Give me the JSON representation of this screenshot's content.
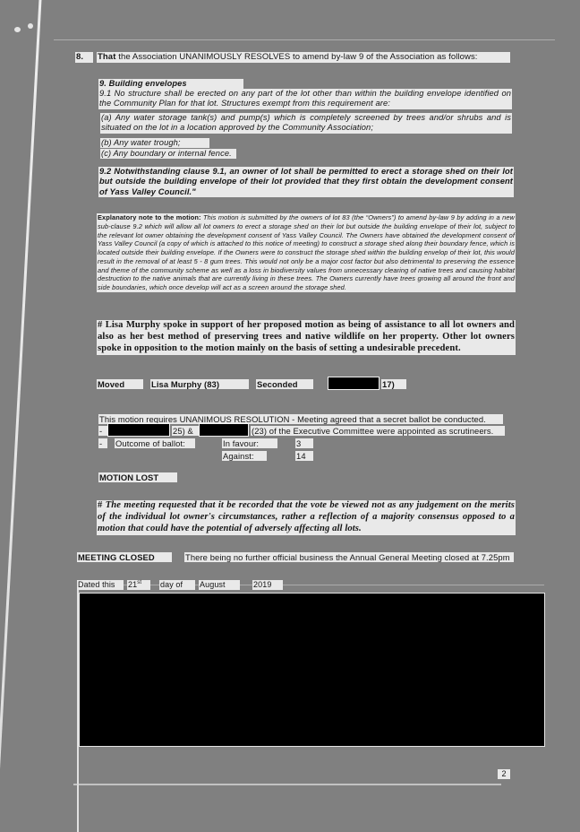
{
  "document": {
    "kind": "scanned-meeting-minutes",
    "page_number": "2",
    "background_color": "#808080",
    "text_halo_color": "#e9e9e9",
    "redaction_color": "#000000"
  },
  "motion": {
    "item_number": "8.",
    "lead_bold": "That",
    "lead_rest": "the Association UNANIMOUSLY RESOLVES to amend by-law 9 of the Association as follows:",
    "bylaw_heading": "9. Building envelopes",
    "clause_9_1": "9.1 No structure shall be erected on any part of the lot other than within the building envelope identified on the Community Plan for that lot. Structures exempt from this requirement are:",
    "exemptions": [
      "(a) Any water storage tank(s) and pump(s) which is completely screened by trees and/or shrubs and is situated on the lot in a location approved by the Community Association;",
      "(b) Any water trough;",
      "(c) Any boundary or internal fence."
    ],
    "clause_9_2": "9.2 Notwithstanding clause 9.1, an owner of lot shall be permitted to erect a storage shed on their lot but outside the building envelope of their lot provided that they first obtain the development consent of Yass Valley Council.\""
  },
  "explanatory_note": {
    "label": "Explanatory note to the motion:",
    "body": "This motion is submitted by the owners of lot 83 (the “Owners”) to amend by-law 9 by adding in a new sub-clause 9.2 which will allow all lot owners to erect a storage shed on their lot but outside the building envelope of their lot, subject to the relevant lot owner obtaining the development consent of Yass Valley Council. The Owners have obtained the development consent of Yass Valley Council (a copy of which is attached to this notice of meeting) to construct a storage shed along their boundary fence, which is located outside their building envelope. If the Owners were to construct the storage shed within the building envelop of their lot, this would result in the removal of at least 5 - 8 gum trees. This would not only be a major cost factor but also detrimental to preserving the essence and theme of the community scheme as well as a loss in biodiversity values from unnecessary clearing of native trees and causing habitat destruction to the native animals that are currently living in these trees. The Owners currently have trees growing all around the front and side boundaries, which once develop will act as a screen around the storage shed."
  },
  "discussion": {
    "bullet": "#",
    "text": "Lisa Murphy spoke in support of her proposed motion as being of assistance to all lot owners and also as her best method of preserving trees and native wildlife on her property. Other lot owners spoke in opposition to the motion mainly on the basis of setting a undesirable precedent."
  },
  "moved_row": {
    "moved_label": "Moved",
    "moved_value": "Lisa Murphy (83)",
    "seconded_label": "Seconded",
    "seconded_value_redacted": "",
    "seconded_lot": "17)"
  },
  "ballot": {
    "requirement_line": "This motion requires UNANIMOUS RESOLUTION - Meeting agreed that a secret ballot be conducted.",
    "scrutineers_bullet": "-",
    "scrutineer_1_redacted": "",
    "scrutineer_1_lot": "25) &",
    "scrutineer_2_redacted": "",
    "scrutineer_2_lot": "(23) of the Executive Committee were appointed as scrutineers.",
    "outcome_bullet": "-",
    "outcome_label": "Outcome of ballot:",
    "in_favour_label": "In favour:",
    "in_favour_value": "3",
    "against_label": "Against:",
    "against_value": "14"
  },
  "result": {
    "status": "MOTION LOST"
  },
  "recorded_note": {
    "bullet": "#",
    "text": "The meeting requested that it be recorded that the vote be viewed not as any judgement on the merits of the individual lot owner's circumstances, rather a reflection of a majority consensus opposed to a motion that could have the potential of adversely affecting all lots."
  },
  "closing": {
    "label": "MEETING CLOSED",
    "text": "There being no further official business the Annual General Meeting closed at 7.25pm"
  },
  "dated": {
    "prefix": "Dated this",
    "day": "21",
    "day_suffix": "st",
    "middle": "day of",
    "month": "August",
    "year": "2019"
  },
  "signature_block": {
    "redacted": ""
  }
}
